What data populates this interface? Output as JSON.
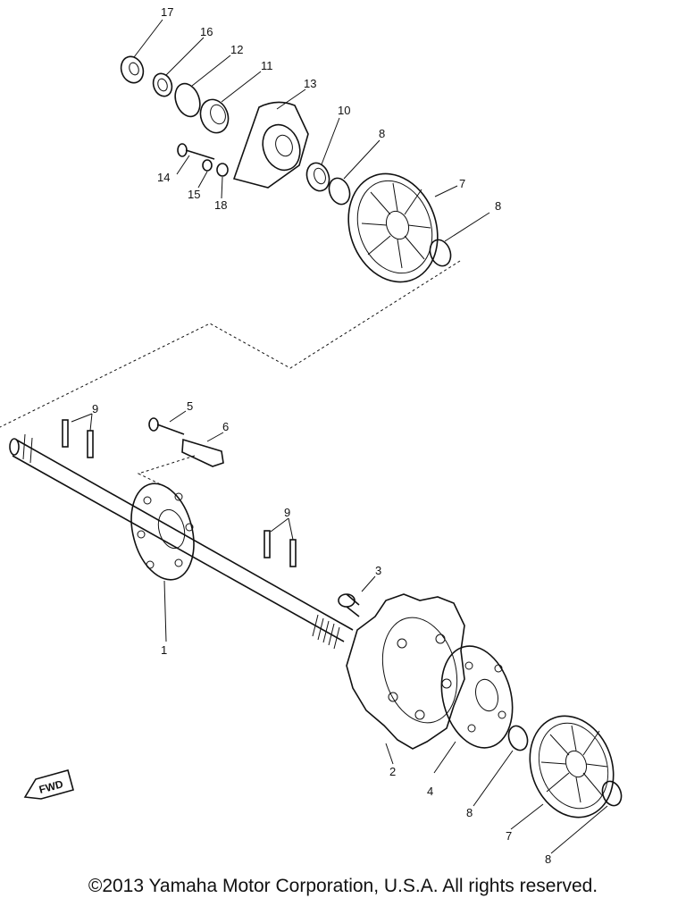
{
  "callouts": {
    "c1": "1",
    "c2": "2",
    "c3": "3",
    "c4": "4",
    "c5": "5",
    "c6": "6",
    "c7a": "7",
    "c7b": "7",
    "c8a": "8",
    "c8b": "8",
    "c8c": "8",
    "c8d": "8",
    "c9a": "9",
    "c9b": "9",
    "c10": "10",
    "c11": "11",
    "c12": "12",
    "c13": "13",
    "c14": "14",
    "c15": "15",
    "c16": "16",
    "c17": "17",
    "c18": "18"
  },
  "fwd_label": "FWD",
  "copyright": "©2013 Yamaha Motor Corporation, U.S.A. All rights reserved."
}
